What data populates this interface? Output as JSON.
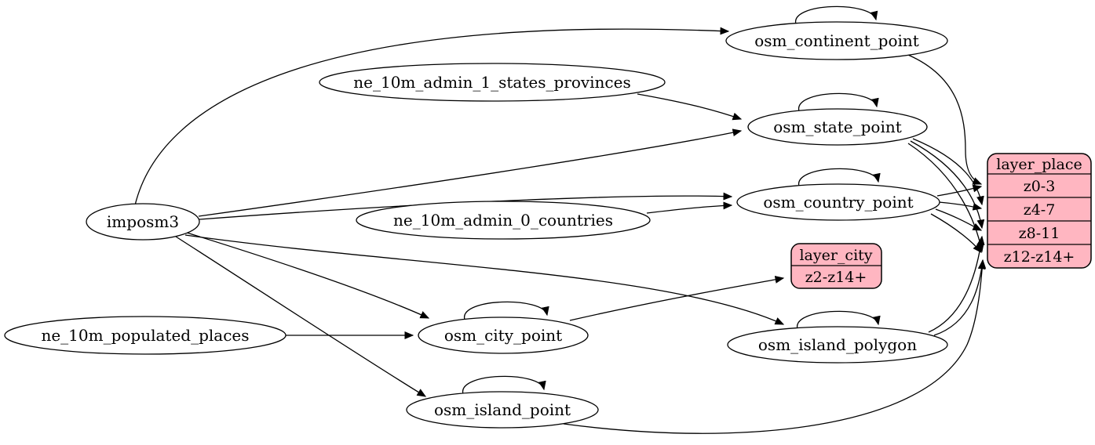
{
  "diagram": {
    "kind": "etl-graph",
    "colors": {
      "background": "#ffffff",
      "record_fill": "#ffb6c1",
      "stroke": "#000000"
    }
  },
  "nodes": {
    "imposm3": {
      "label": "imposm3",
      "shape": "ellipse"
    },
    "ne_10m_admin_1_states_provinces": {
      "label": "ne_10m_admin_1_states_provinces",
      "shape": "ellipse"
    },
    "ne_10m_admin_0_countries": {
      "label": "ne_10m_admin_0_countries",
      "shape": "ellipse"
    },
    "ne_10m_populated_places": {
      "label": "ne_10m_populated_places",
      "shape": "ellipse"
    },
    "osm_continent_point": {
      "label": "osm_continent_point",
      "shape": "ellipse",
      "self_loop": true
    },
    "osm_state_point": {
      "label": "osm_state_point",
      "shape": "ellipse",
      "self_loop": true
    },
    "osm_country_point": {
      "label": "osm_country_point",
      "shape": "ellipse",
      "self_loop": true
    },
    "osm_city_point": {
      "label": "osm_city_point",
      "shape": "ellipse",
      "self_loop": true
    },
    "osm_island_polygon": {
      "label": "osm_island_polygon",
      "shape": "ellipse",
      "self_loop": true
    },
    "osm_island_point": {
      "label": "osm_island_point",
      "shape": "ellipse",
      "self_loop": true
    },
    "layer_city": {
      "title": "layer_city",
      "rows": [
        "z2-z14+"
      ],
      "shape": "record"
    },
    "layer_place": {
      "title": "layer_place",
      "rows": [
        "z0-3",
        "z4-7",
        "z8-11",
        "z12-z14+"
      ],
      "shape": "record"
    }
  },
  "edges": [
    {
      "from": "imposm3",
      "to": "osm_continent_point"
    },
    {
      "from": "imposm3",
      "to": "osm_state_point"
    },
    {
      "from": "imposm3",
      "to": "osm_country_point"
    },
    {
      "from": "imposm3",
      "to": "osm_city_point"
    },
    {
      "from": "imposm3",
      "to": "osm_island_polygon"
    },
    {
      "from": "imposm3",
      "to": "osm_island_point"
    },
    {
      "from": "ne_10m_admin_1_states_provinces",
      "to": "osm_state_point"
    },
    {
      "from": "ne_10m_admin_0_countries",
      "to": "osm_country_point"
    },
    {
      "from": "ne_10m_populated_places",
      "to": "osm_city_point"
    },
    {
      "from": "osm_continent_point",
      "to": "osm_continent_point"
    },
    {
      "from": "osm_state_point",
      "to": "osm_state_point"
    },
    {
      "from": "osm_country_point",
      "to": "osm_country_point"
    },
    {
      "from": "osm_city_point",
      "to": "osm_city_point"
    },
    {
      "from": "osm_island_polygon",
      "to": "osm_island_polygon"
    },
    {
      "from": "osm_island_point",
      "to": "osm_island_point"
    },
    {
      "from": "osm_city_point",
      "to": "layer_city",
      "row": "z2-z14+"
    },
    {
      "from": "osm_continent_point",
      "to": "layer_place",
      "row": "z0-3"
    },
    {
      "from": "osm_country_point",
      "to": "layer_place",
      "row": "z0-3"
    },
    {
      "from": "osm_country_point",
      "to": "layer_place",
      "row": "z4-7"
    },
    {
      "from": "osm_country_point",
      "to": "layer_place",
      "row": "z8-11"
    },
    {
      "from": "osm_country_point",
      "to": "layer_place",
      "row": "z12-z14+"
    },
    {
      "from": "osm_state_point",
      "to": "layer_place",
      "row": "z4-7"
    },
    {
      "from": "osm_state_point",
      "to": "layer_place",
      "row": "z8-11"
    },
    {
      "from": "osm_state_point",
      "to": "layer_place",
      "row": "z12-z14+"
    },
    {
      "from": "osm_island_polygon",
      "to": "layer_place",
      "row": "z8-11"
    },
    {
      "from": "osm_island_polygon",
      "to": "layer_place",
      "row": "z12-z14+"
    },
    {
      "from": "osm_island_point",
      "to": "layer_place",
      "row": "z12-z14+"
    }
  ]
}
